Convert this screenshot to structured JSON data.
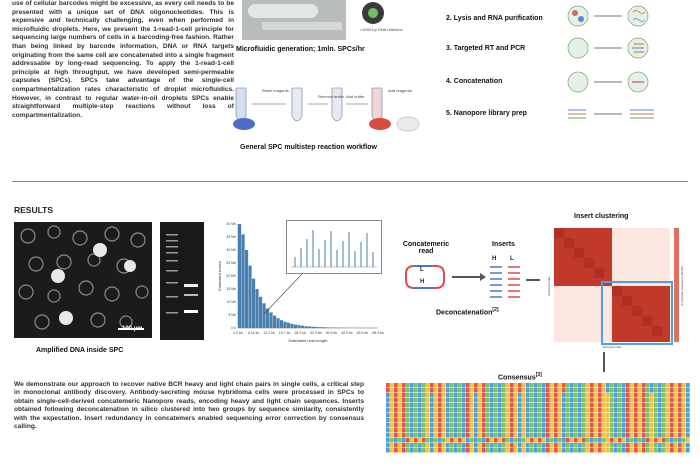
{
  "intro": {
    "text": "use of cellular barcodes might be excessive, as every cell needs to be presented with a unique set of DNA oligonucleotides. This is expensive and technically challenging, even when performed in microfluidic droplets. Here, we present the 1-read-1-cell principle for sequencing large numbers of cells in a barcoding-free fashion. Rather than being linked by barcode information, DNA or RNA targets originating from the same cell are concatenated into a single fragment addressable by long-read sequencing. To apply the 1-read-1-cell principle at high throughput, we have developed semi-permeable capsules (SPCs). SPCs take advantage of the single-cell compartmentalization rates characteristic of droplet microfluidics. However, in contrast to regular water-in-oil droplets SPCs enable straightforward multiple-step reactions without loss of compartmentalization."
  },
  "top_figures": {
    "microfluidic_caption": "Microfluidic generation; 1mln. SPCs/hr",
    "chip_label": ">1000 bp DNA retention",
    "workflow_caption": "General SPC multistep reaction workflow",
    "workflow_labels": [
      "Wash reagents",
      "Remove buffer",
      "Add buffer",
      "Add reagents"
    ]
  },
  "steps": [
    "2. Lysis and RNA purification",
    "3. Targeted RT and PCR",
    "4. Concatenation",
    "5. Nanopore library prep"
  ],
  "results": {
    "heading": "RESULTS",
    "micro_caption": "Amplified DNA inside SPC",
    "scale_bar": "100 µm",
    "hist_ylabel": "Estimated bases",
    "hist_xlabel": "Estimated read length",
    "hist_yticks": [
      "40 Mb",
      "35 Mb",
      "30 Mb",
      "25 Mb",
      "20 Mb",
      "15 Mb",
      "10 Mb",
      "5 Mb",
      "0 b"
    ],
    "hist_xticks": [
      "0.0 kb",
      "6.16 kb",
      "13.2 kb",
      "19.7 kb",
      "26.3 kb",
      "32.9 kb",
      "39.5 kb",
      "46.0 kb",
      "52.6 kb",
      "58.9 kb"
    ],
    "concat_read": "Concatemeric read",
    "inserts": "Inserts",
    "insert_h": "H",
    "insert_l": "L",
    "read_l": "L",
    "read_h": "H",
    "deconcat": "Deconcatenation",
    "deconcat_ref": "[2]",
    "clustering_title": "Insert clustering",
    "cluster_ylabel": "Subread index",
    "cluster_xlabel": "Subread index",
    "cluster_cbar": "% Pairwise Sequence Identity",
    "consensus": "Consensus",
    "consensus_ref": "[3]",
    "body": "We demonstrate our approach to recover native BCR heavy and light chain pairs in single cells, a critical step in monoclonal antibody discovery. Antibody-secreting mouse hybridoma cells were processed in SPCs to obtain single-cell-derived concatemeric Nanopore reads, encoding heavy and light chain sequences. Inserts obtained following deconcatenation in silico clustered into two groups by sequence similarity, consistently with the expectation. Insert redundancy in concatemers enabled sequencing error correction by consensus calling."
  },
  "chart_data": {
    "type": "bar",
    "xlabel": "Estimated read length",
    "ylabel": "Estimated bases",
    "categories": [
      "0.0 kb",
      "6.16 kb",
      "13.2 kb",
      "19.7 kb",
      "26.3 kb",
      "32.9 kb",
      "39.5 kb",
      "46.0 kb",
      "52.6 kb",
      "58.9 kb"
    ],
    "values": [
      40,
      36,
      30,
      24,
      19,
      15,
      12,
      9.5,
      7.5,
      6,
      4.8,
      3.8,
      3,
      2.4,
      2,
      1.6,
      1.3,
      1.1,
      0.9,
      0.7,
      0.6,
      0.5,
      0.4,
      0.35,
      0.3,
      0.25,
      0.2,
      0.2,
      0.15,
      0.12,
      0.1,
      0.1,
      0.08,
      0.06,
      0.05,
      0.05,
      0.04,
      0.03,
      0.03,
      0.02
    ],
    "ylim": [
      0,
      40
    ],
    "color": "#4a7fb0"
  }
}
